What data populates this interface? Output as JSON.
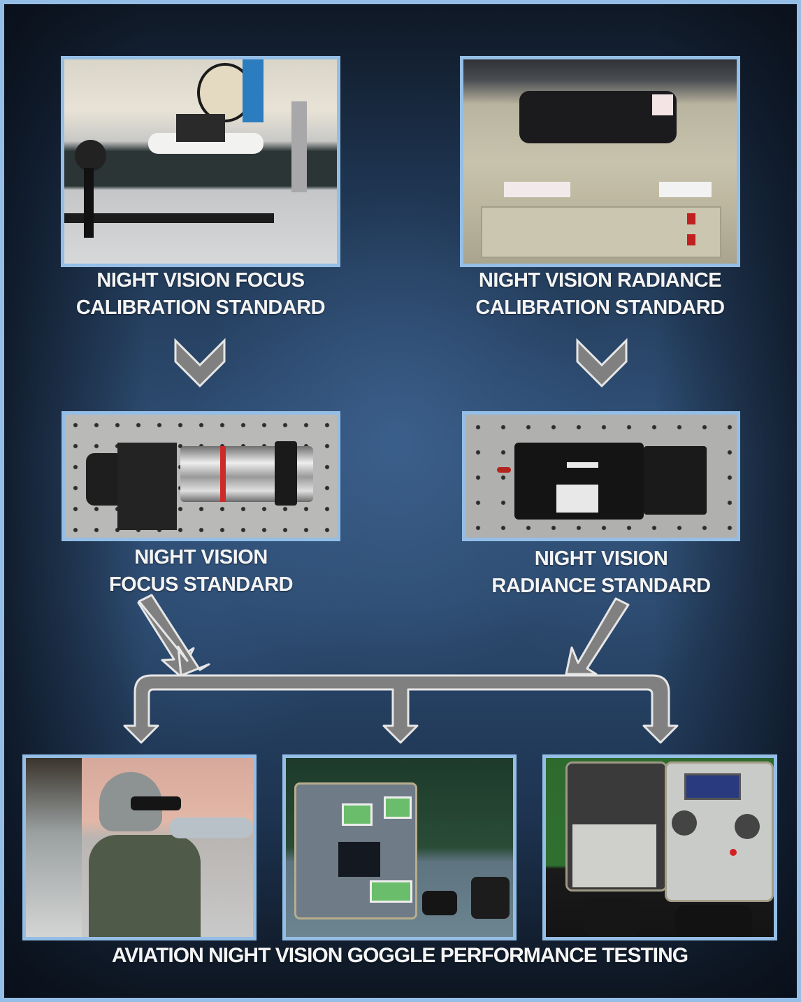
{
  "colors": {
    "frame_border": "#94bee6",
    "background_dark": "#0f1825",
    "background_mid": "#2e4d72",
    "label_text": "#f4f4f4",
    "arrow_fill": "#808080",
    "arrow_outline": "#e6e6e6"
  },
  "top_row": [
    {
      "image": "optical-bench-with-rifle-scope-photo",
      "label_line1": "NIGHT VISION FOCUS",
      "label_line2": "CALIBRATION STANDARD"
    },
    {
      "image": "radiance-source-on-controller-box-photo",
      "label_line1": "NIGHT VISION RADIANCE",
      "label_line2": "CALIBRATION STANDARD"
    }
  ],
  "middle_row": [
    {
      "image": "focus-standard-collimator-photo",
      "label_line1": "NIGHT VISION",
      "label_line2": "FOCUS STANDARD"
    },
    {
      "image": "radiance-standard-detector-photo",
      "label_line1": "NIGHT VISION",
      "label_line2": "RADIANCE STANDARD"
    }
  ],
  "bottom_row": [
    {
      "image": "pilot-wearing-night-vision-goggles-photo"
    },
    {
      "image": "goggle-test-set-with-goggles-photo"
    },
    {
      "image": "portable-goggle-tester-case-photo"
    }
  ],
  "footer": {
    "title": "AVIATION NIGHT VISION GOGGLE PERFORMANCE TESTING"
  },
  "icons": {
    "down_chevron": "chevron-down",
    "merge_arrows": "arrow-diagonal-merge",
    "distribution_arrows": "arrow-branch-down"
  }
}
